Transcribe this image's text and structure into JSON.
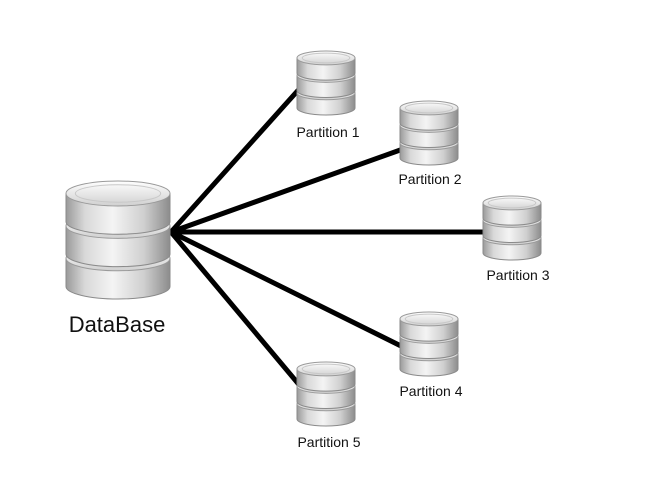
{
  "diagram": {
    "main_node": {
      "label": "DataBase",
      "icon": "database-icon"
    },
    "partitions": [
      {
        "label": "Partition 1",
        "icon": "database-icon"
      },
      {
        "label": "Partition 2",
        "icon": "database-icon"
      },
      {
        "label": "Partition 3",
        "icon": "database-icon"
      },
      {
        "label": "Partition 4",
        "icon": "database-icon"
      },
      {
        "label": "Partition 5",
        "icon": "database-icon"
      }
    ],
    "colors": {
      "edge": "#000000",
      "cylinder_light": "#f2f2f2",
      "cylinder_mid": "#c4c4c4",
      "cylinder_dark": "#8f8f8f",
      "label": "#111111"
    }
  }
}
